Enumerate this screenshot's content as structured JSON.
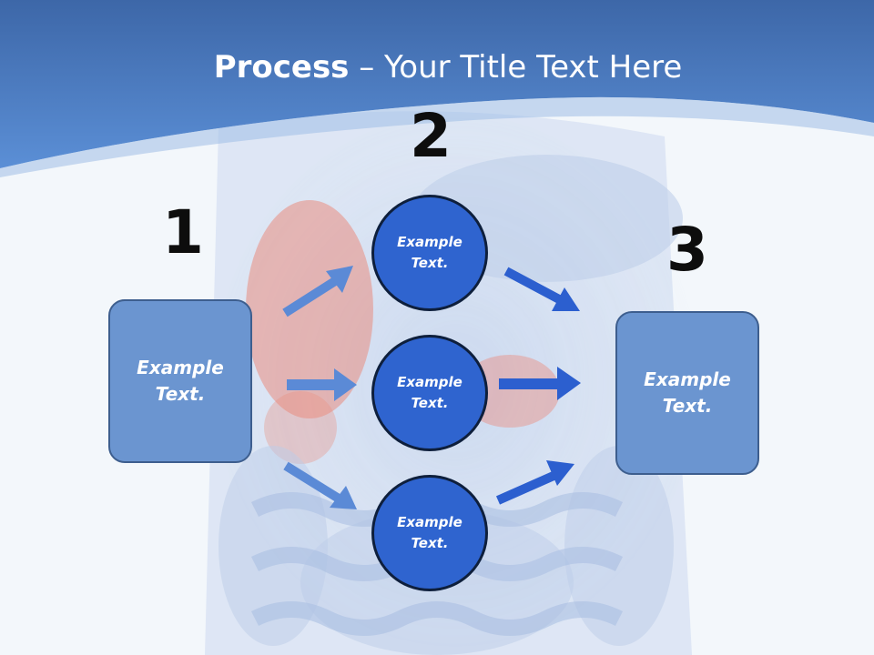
{
  "title": {
    "bold": "Process",
    "rest": " – Your Title Text Here"
  },
  "steps": {
    "one": "1",
    "two": "2",
    "three": "3"
  },
  "boxes": {
    "left": "Example Text.",
    "right": "Example Text."
  },
  "circles": {
    "top": "Example Text.",
    "middle": "Example Text.",
    "bottom": "Example Text."
  },
  "colors": {
    "header": "#3f72bf",
    "box_fill": "#6b95d0",
    "circle_fill": "#2f64cf",
    "arrow_light": "#5b8ad6",
    "arrow_dark": "#2c5fcf"
  }
}
